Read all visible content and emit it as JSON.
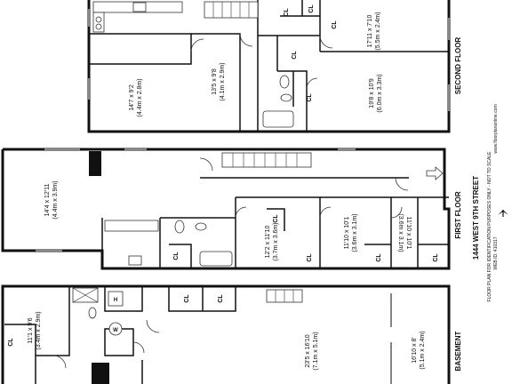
{
  "floors": {
    "second": {
      "label": "SECOND FLOOR",
      "rooms": [
        {
          "id": "r1",
          "dim_imperial": "17'11 x 7'10",
          "dim_metric": "(5.5m x 2.4m)"
        },
        {
          "id": "r2",
          "dim_imperial": "14'7 x 9'2",
          "dim_metric": "(4.4m x 2.8m)"
        },
        {
          "id": "r3",
          "dim_imperial": "13'5 x 9'8",
          "dim_metric": "(4.1m x 2.9m)"
        },
        {
          "id": "r4",
          "dim_imperial": "19'8 x 10'9",
          "dim_metric": "(6.0m x 3.3m)"
        }
      ],
      "closets": [
        "CL",
        "CL",
        "CL",
        "CL",
        "CL"
      ]
    },
    "first": {
      "label": "FIRST FLOOR",
      "rooms": [
        {
          "id": "f1",
          "dim_imperial": "14'4 x 12'11",
          "dim_metric": "(4.4m x 3.9m)"
        },
        {
          "id": "f2",
          "dim_imperial": "12'2 x 11'10",
          "dim_metric": "(3.7m x 3.6m)"
        },
        {
          "id": "f3",
          "dim_imperial": "11'10 x 10'1",
          "dim_metric": "(3.6m x 3.1m)"
        },
        {
          "id": "f4",
          "dim_imperial": "11'10 x 10'1",
          "dim_metric": "(3.6m x 3.1m)"
        }
      ],
      "closets": [
        "CL",
        "CL",
        "CL",
        "CL",
        "CL"
      ]
    },
    "basement": {
      "label": "BASEMENT",
      "rooms": [
        {
          "id": "b1",
          "dim_imperial": "11'1 x 9'6",
          "dim_metric": "(3.4m x 2.9m)"
        },
        {
          "id": "b2",
          "dim_imperial": "23'5 x 16'10",
          "dim_metric": "(7.1m x 5.1m)"
        },
        {
          "id": "b3",
          "dim_imperial": "16'10 x 8'",
          "dim_metric": "(5.1m x 2.4m)"
        }
      ],
      "closets": [
        "CL",
        "CL",
        "CL"
      ],
      "symbols": {
        "heater": "H",
        "washer": "W"
      }
    }
  },
  "address": "1444 WEST 9TH STREET",
  "fine_print": {
    "line1": "FLOOR PLAN FOR IDENTIFICATION PURPOSES ONLY - NOT TO SCALE",
    "line2": "WEB ID: 410317",
    "line3": "www.floorplanonline.com"
  }
}
